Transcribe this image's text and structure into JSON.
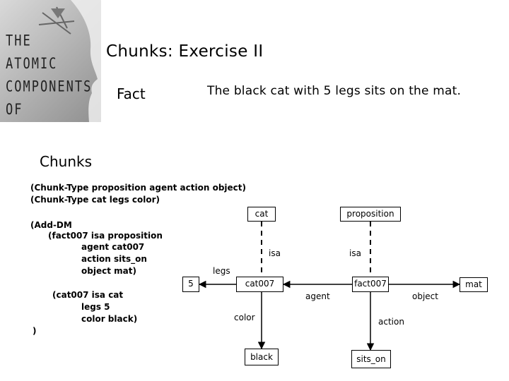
{
  "logo": {
    "lines": [
      "THE",
      "ATOMIC",
      "COMPONENTS",
      "OF THOUGHT"
    ]
  },
  "title": "Chunks: Exercise II",
  "fact": {
    "label": "Fact",
    "sentence": "The black cat with 5 legs sits on the mat."
  },
  "section_label": "Chunks",
  "code": {
    "chunk_types": [
      "(Chunk-Type proposition agent action object)",
      "(Chunk-Type cat legs color)"
    ],
    "add_dm": "(Add-DM",
    "fact_lines": [
      "(fact007 isa proposition",
      "agent cat007",
      "action sits_on",
      "object mat)"
    ],
    "cat_lines": [
      "(cat007 isa cat",
      "legs 5",
      "color black)"
    ],
    "close": ")"
  },
  "diagram": {
    "nodes": {
      "cat": "cat",
      "proposition": "proposition",
      "five": "5",
      "cat007": "cat007",
      "fact007": "fact007",
      "mat": "mat",
      "black": "black",
      "sits_on": "sits_on"
    },
    "edges": {
      "isa_cat": "isa",
      "isa_prop": "isa",
      "legs": "legs",
      "color": "color",
      "agent": "agent",
      "object": "object",
      "action": "action"
    }
  }
}
